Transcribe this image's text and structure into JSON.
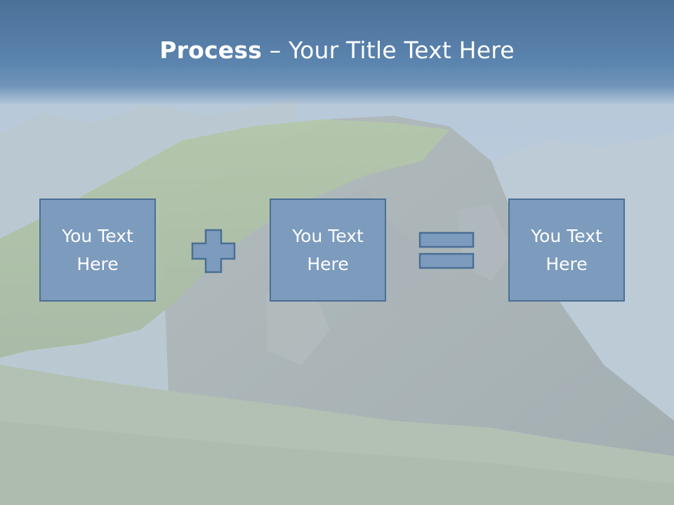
{
  "title": {
    "bold": "Process",
    "rest": " – Your Title Text Here"
  },
  "boxes": [
    {
      "text": "You Text Here"
    },
    {
      "text": "You Text Here"
    },
    {
      "text": "You Text Here"
    }
  ],
  "operators": [
    "plus-icon",
    "equals-icon"
  ],
  "colors": {
    "box_fill": "#7c9bbd",
    "box_border": "#4a6f95",
    "header": "#5b84ae",
    "text": "#ffffff"
  }
}
